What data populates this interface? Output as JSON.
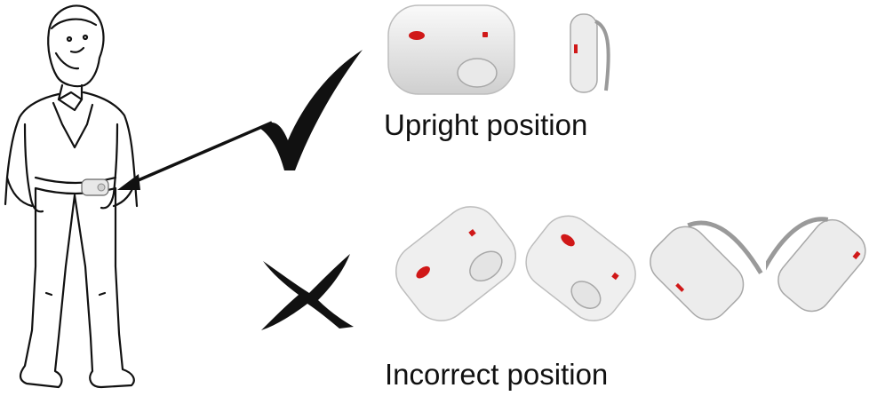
{
  "labels": {
    "upright": "Upright position",
    "incorrect": "Incorrect position"
  },
  "marks": {
    "correct": "check-mark",
    "wrong": "cross-mark"
  },
  "colors": {
    "device_body": "#f2f2f2",
    "device_shadow": "#bdbdbd",
    "indicator_red": "#d01818",
    "outline": "#111111"
  }
}
